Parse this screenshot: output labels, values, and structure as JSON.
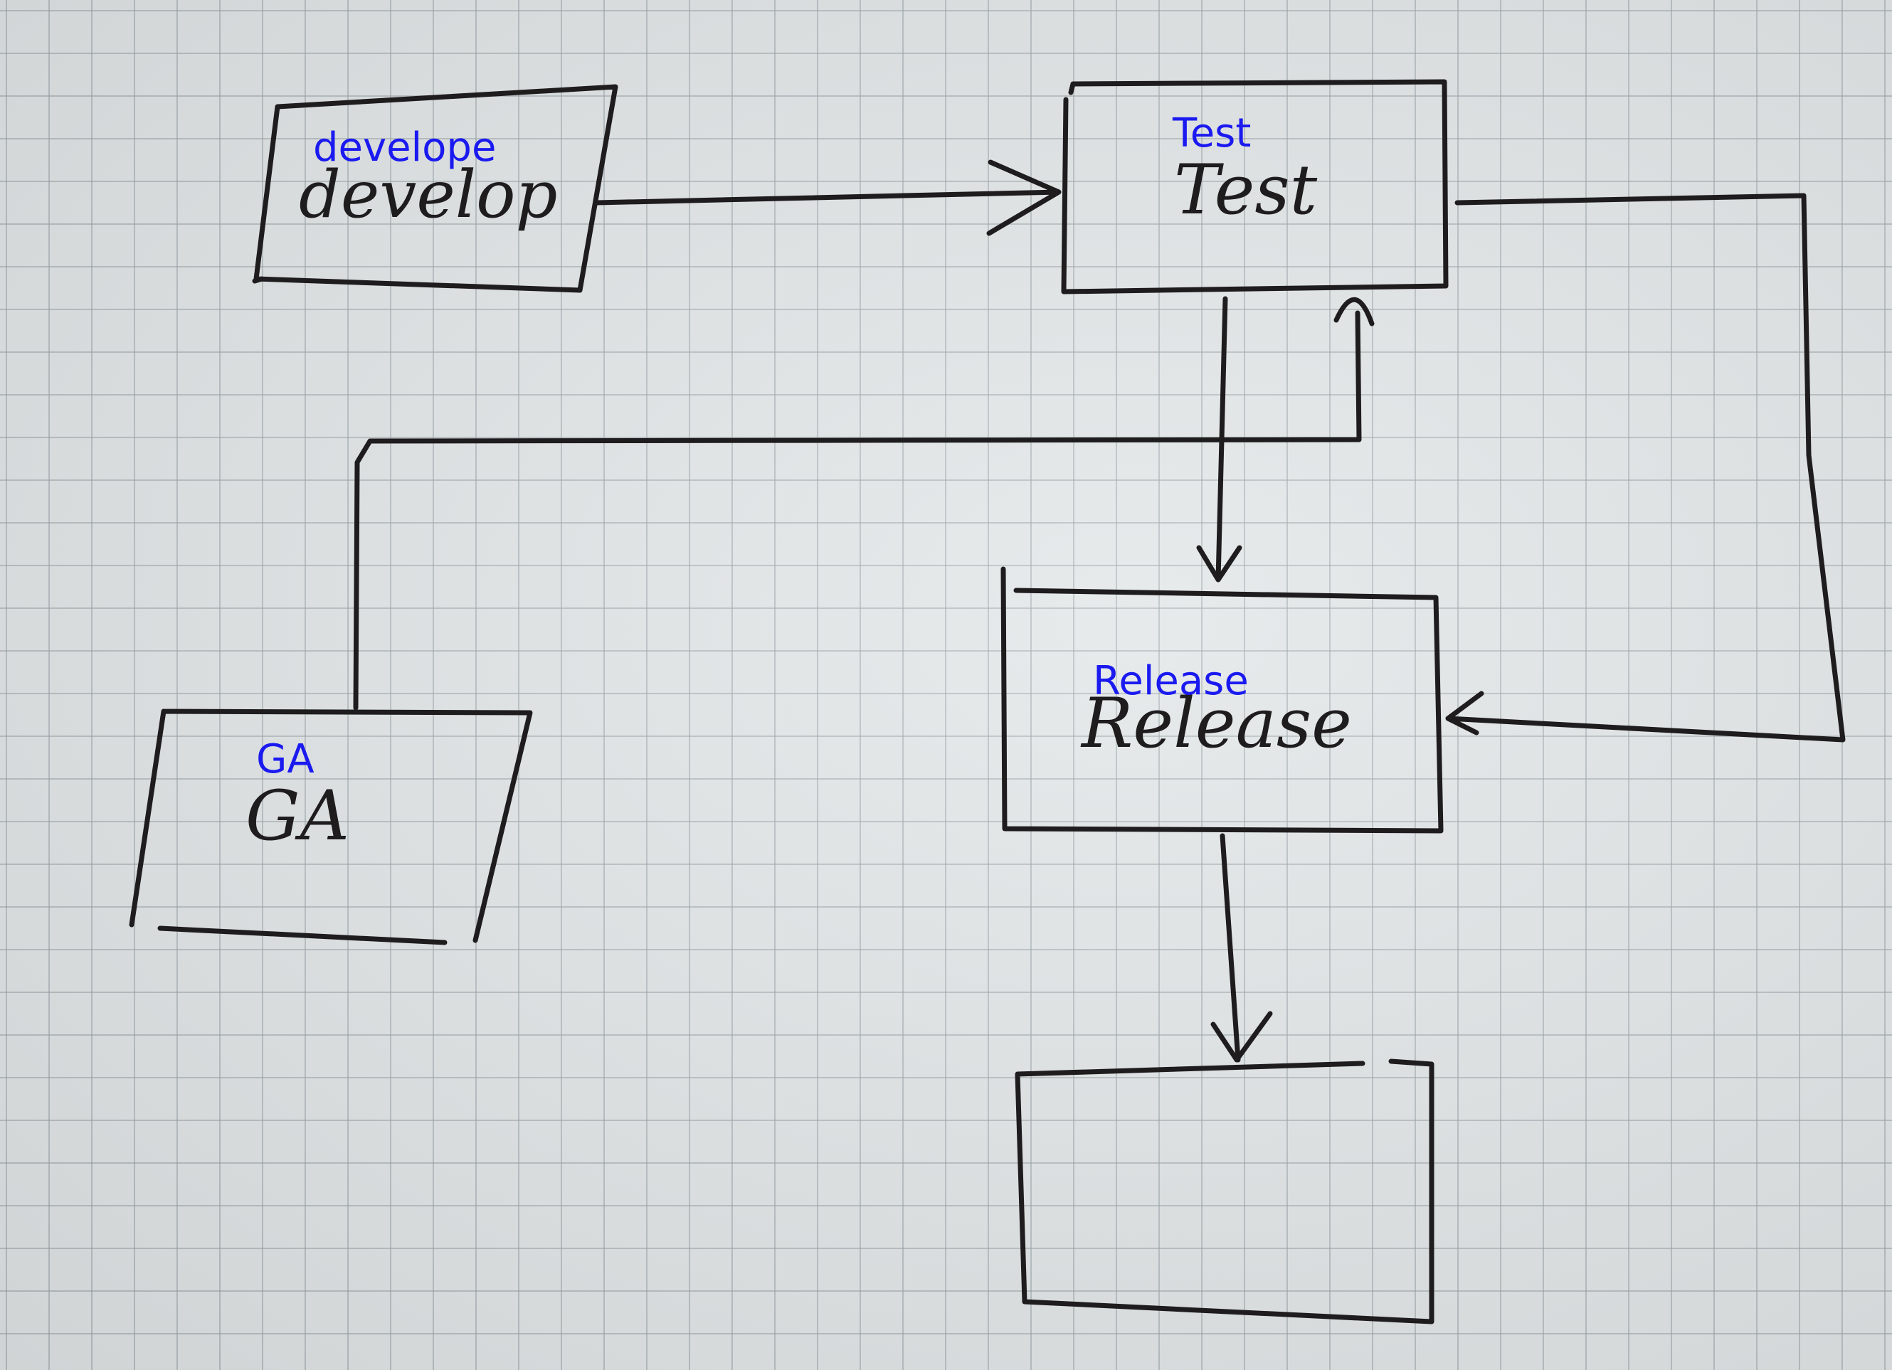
{
  "nodes": {
    "develop": {
      "annotation": "develope",
      "handwritten": "develop"
    },
    "test": {
      "annotation": "Test",
      "handwritten": "Test"
    },
    "release": {
      "annotation": "Release",
      "handwritten": "Release"
    },
    "ga": {
      "annotation": "GA",
      "handwritten": "GA"
    },
    "final": {
      "annotation": "",
      "handwritten": ""
    }
  },
  "edges": [
    {
      "from": "develop",
      "to": "test"
    },
    {
      "from": "test",
      "to": "release"
    },
    {
      "from": "test",
      "to": "release",
      "route": "loop-right"
    },
    {
      "from": "ga",
      "to": "test"
    },
    {
      "from": "release",
      "to": "final"
    }
  ],
  "colors": {
    "ink": "#1f1c1e",
    "annotation": "#1a1af0",
    "paper": "#e2e6e7",
    "grid": "#969fa5"
  }
}
